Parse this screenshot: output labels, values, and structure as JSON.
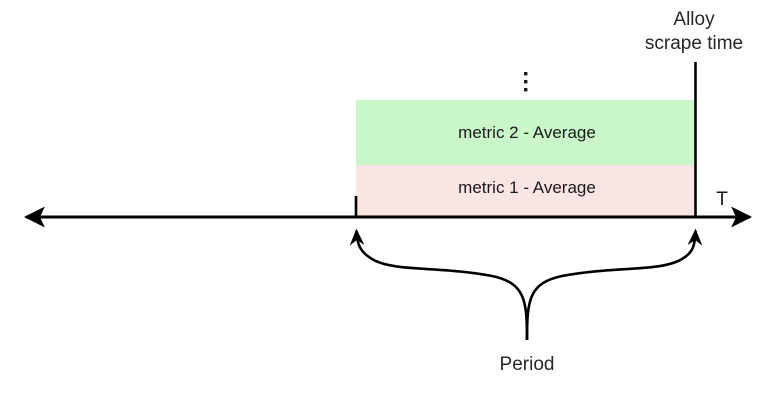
{
  "diagram": {
    "title": "Alloy scrape time period diagram",
    "axis": {
      "name": "time-axis",
      "label": "T",
      "direction": "bidirectional"
    },
    "annotations": {
      "scrape_marker_line1": "Alloy",
      "scrape_marker_line2": "scrape time",
      "period_label": "Period",
      "ellipsis": "⋮"
    },
    "blocks": [
      {
        "id": "metric-2",
        "label": "metric 2 - Average",
        "color": "#c9f7c9"
      },
      {
        "id": "metric-1",
        "label": "metric 1 - Average",
        "color": "#fbe4e4"
      }
    ],
    "colors": {
      "metric_2_fill": "#c9f7c9",
      "metric_1_fill": "#fbe4e4",
      "stroke": "#000000",
      "text": "#26272b"
    }
  }
}
